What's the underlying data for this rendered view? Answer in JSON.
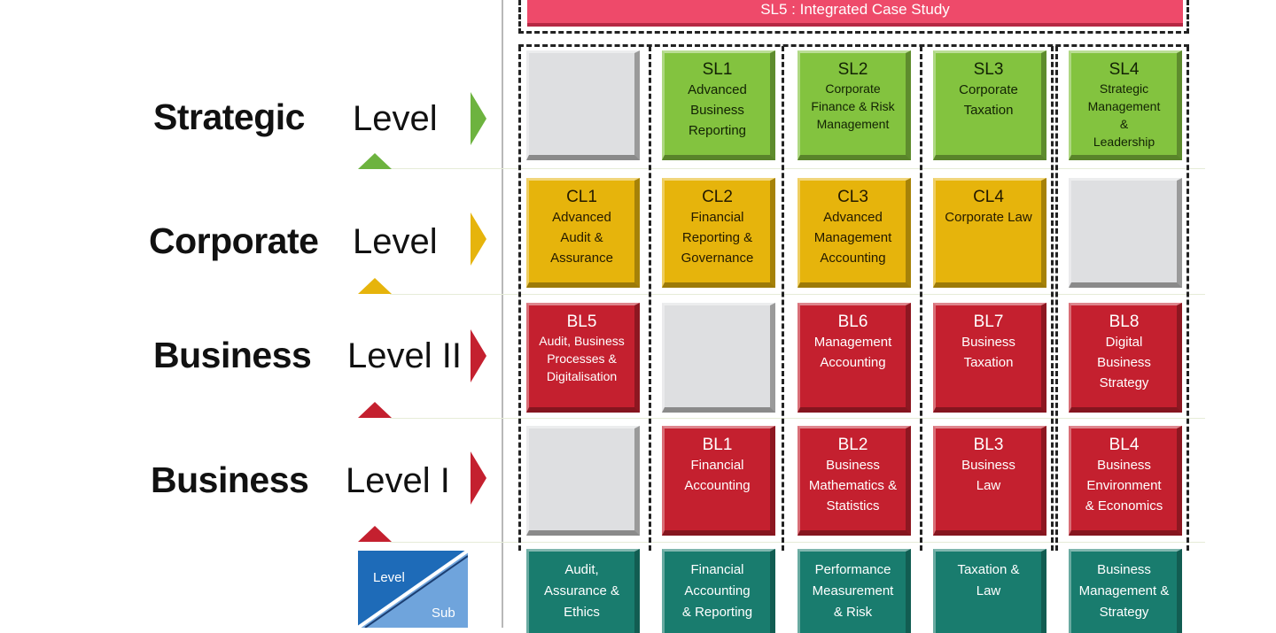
{
  "banner": {
    "label": "SL5 :  Integrated Case Study"
  },
  "levels": [
    {
      "name": "Strategic",
      "word": "Level",
      "color": "#6db33f"
    },
    {
      "name": "Corporate",
      "word": "Level",
      "color": "#e6b40c"
    },
    {
      "name": "Business",
      "word": "Level II",
      "color": "#c4202f"
    },
    {
      "name": "Business",
      "word": "Level I",
      "color": "#c4202f"
    }
  ],
  "rows": [
    [
      {
        "type": "grey"
      },
      {
        "type": "green",
        "code": "SL1",
        "name": "Advanced\nBusiness\nReporting"
      },
      {
        "type": "green",
        "code": "SL2",
        "name": "Corporate\nFinance & Risk\nManagement",
        "small": true
      },
      {
        "type": "green",
        "code": "SL3",
        "name": "Corporate\nTaxation"
      },
      {
        "type": "green",
        "code": "SL4",
        "name": "Strategic\nManagement\n&\nLeadership",
        "small": true
      }
    ],
    [
      {
        "type": "yellow",
        "code": "CL1",
        "name": "Advanced\nAudit &\nAssurance"
      },
      {
        "type": "yellow",
        "code": "CL2",
        "name": "Financial\nReporting &\nGovernance"
      },
      {
        "type": "yellow",
        "code": "CL3",
        "name": "Advanced\nManagement\nAccounting"
      },
      {
        "type": "yellow",
        "code": "CL4",
        "name": "Corporate Law"
      },
      {
        "type": "grey"
      }
    ],
    [
      {
        "type": "red",
        "code": "BL5",
        "name": "Audit, Business\nProcesses &\nDigitalisation",
        "small": true
      },
      {
        "type": "grey"
      },
      {
        "type": "red",
        "code": "BL6",
        "name": "Management\nAccounting"
      },
      {
        "type": "red",
        "code": "BL7",
        "name": "Business\nTaxation"
      },
      {
        "type": "red",
        "code": "BL8",
        "name": "Digital\nBusiness\nStrategy"
      }
    ],
    [
      {
        "type": "grey"
      },
      {
        "type": "red",
        "code": "BL1",
        "name": "Financial\nAccounting"
      },
      {
        "type": "red",
        "code": "BL2",
        "name": "Business\nMathematics &\nStatistics"
      },
      {
        "type": "red",
        "code": "BL3",
        "name": "Business\nLaw"
      },
      {
        "type": "red",
        "code": "BL4",
        "name": "Business\nEnvironment\n& Economics"
      }
    ]
  ],
  "subjects": [
    "Audit,\nAssurance &\nEthics",
    "Financial\nAccounting\n& Reporting",
    "Performance\nMeasurement\n& Risk",
    "Taxation &\nLaw",
    "Business\nManagement &\nStrategy"
  ],
  "legend": {
    "level": "Level",
    "sub": "Sub"
  },
  "colors": {
    "green": "#83c33f",
    "yellow": "#e6b40c",
    "red": "#c4202f",
    "grey": "#dedfe1",
    "teal": "#197c6e",
    "banner": "#ee4a6a",
    "legend_blue": "#1e6bb8"
  }
}
